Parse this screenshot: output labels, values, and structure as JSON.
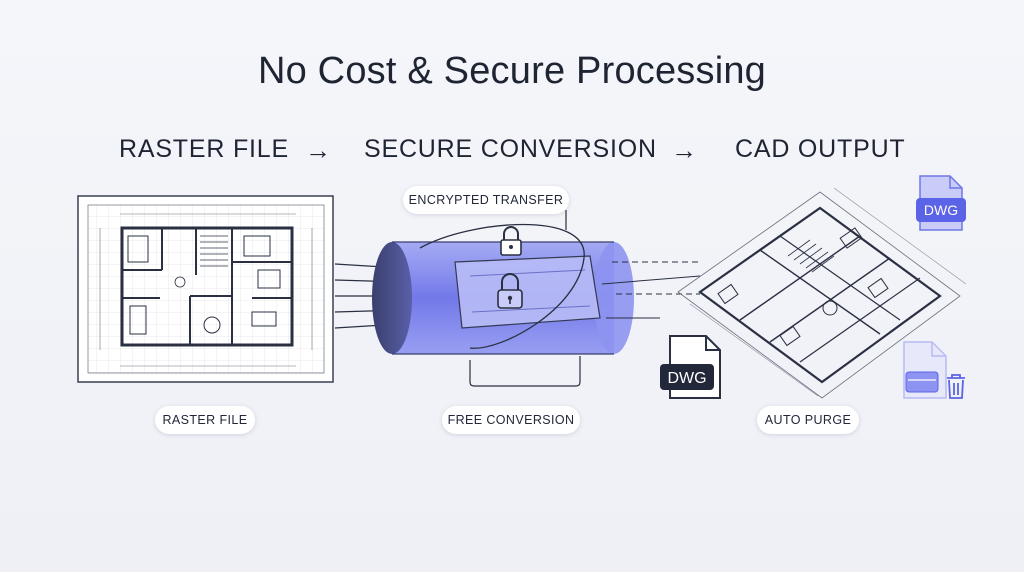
{
  "title": "No Cost & Secure Processing",
  "steps": [
    {
      "label": "RASTER FILE"
    },
    {
      "label": "SECURE CONVERSION"
    },
    {
      "label": "CAD OUTPUT"
    }
  ],
  "arrow_glyph": "→",
  "pills": {
    "encrypted": "ENCRYPTED TRANSFER",
    "raster": "RASTER FILE",
    "free": "FREE CONVERSION",
    "purge": "AUTO PURGE"
  },
  "badges": {
    "dwg_top": "DWG",
    "dwg_middle": "DWG"
  },
  "colors": {
    "accent": "#5b63e6",
    "ink": "#1f2433",
    "line": "#2a3042"
  },
  "icons": [
    "arrow-right-icon",
    "lock-icon",
    "dwg-file-icon",
    "drive-icon",
    "trash-icon",
    "document-icon"
  ]
}
